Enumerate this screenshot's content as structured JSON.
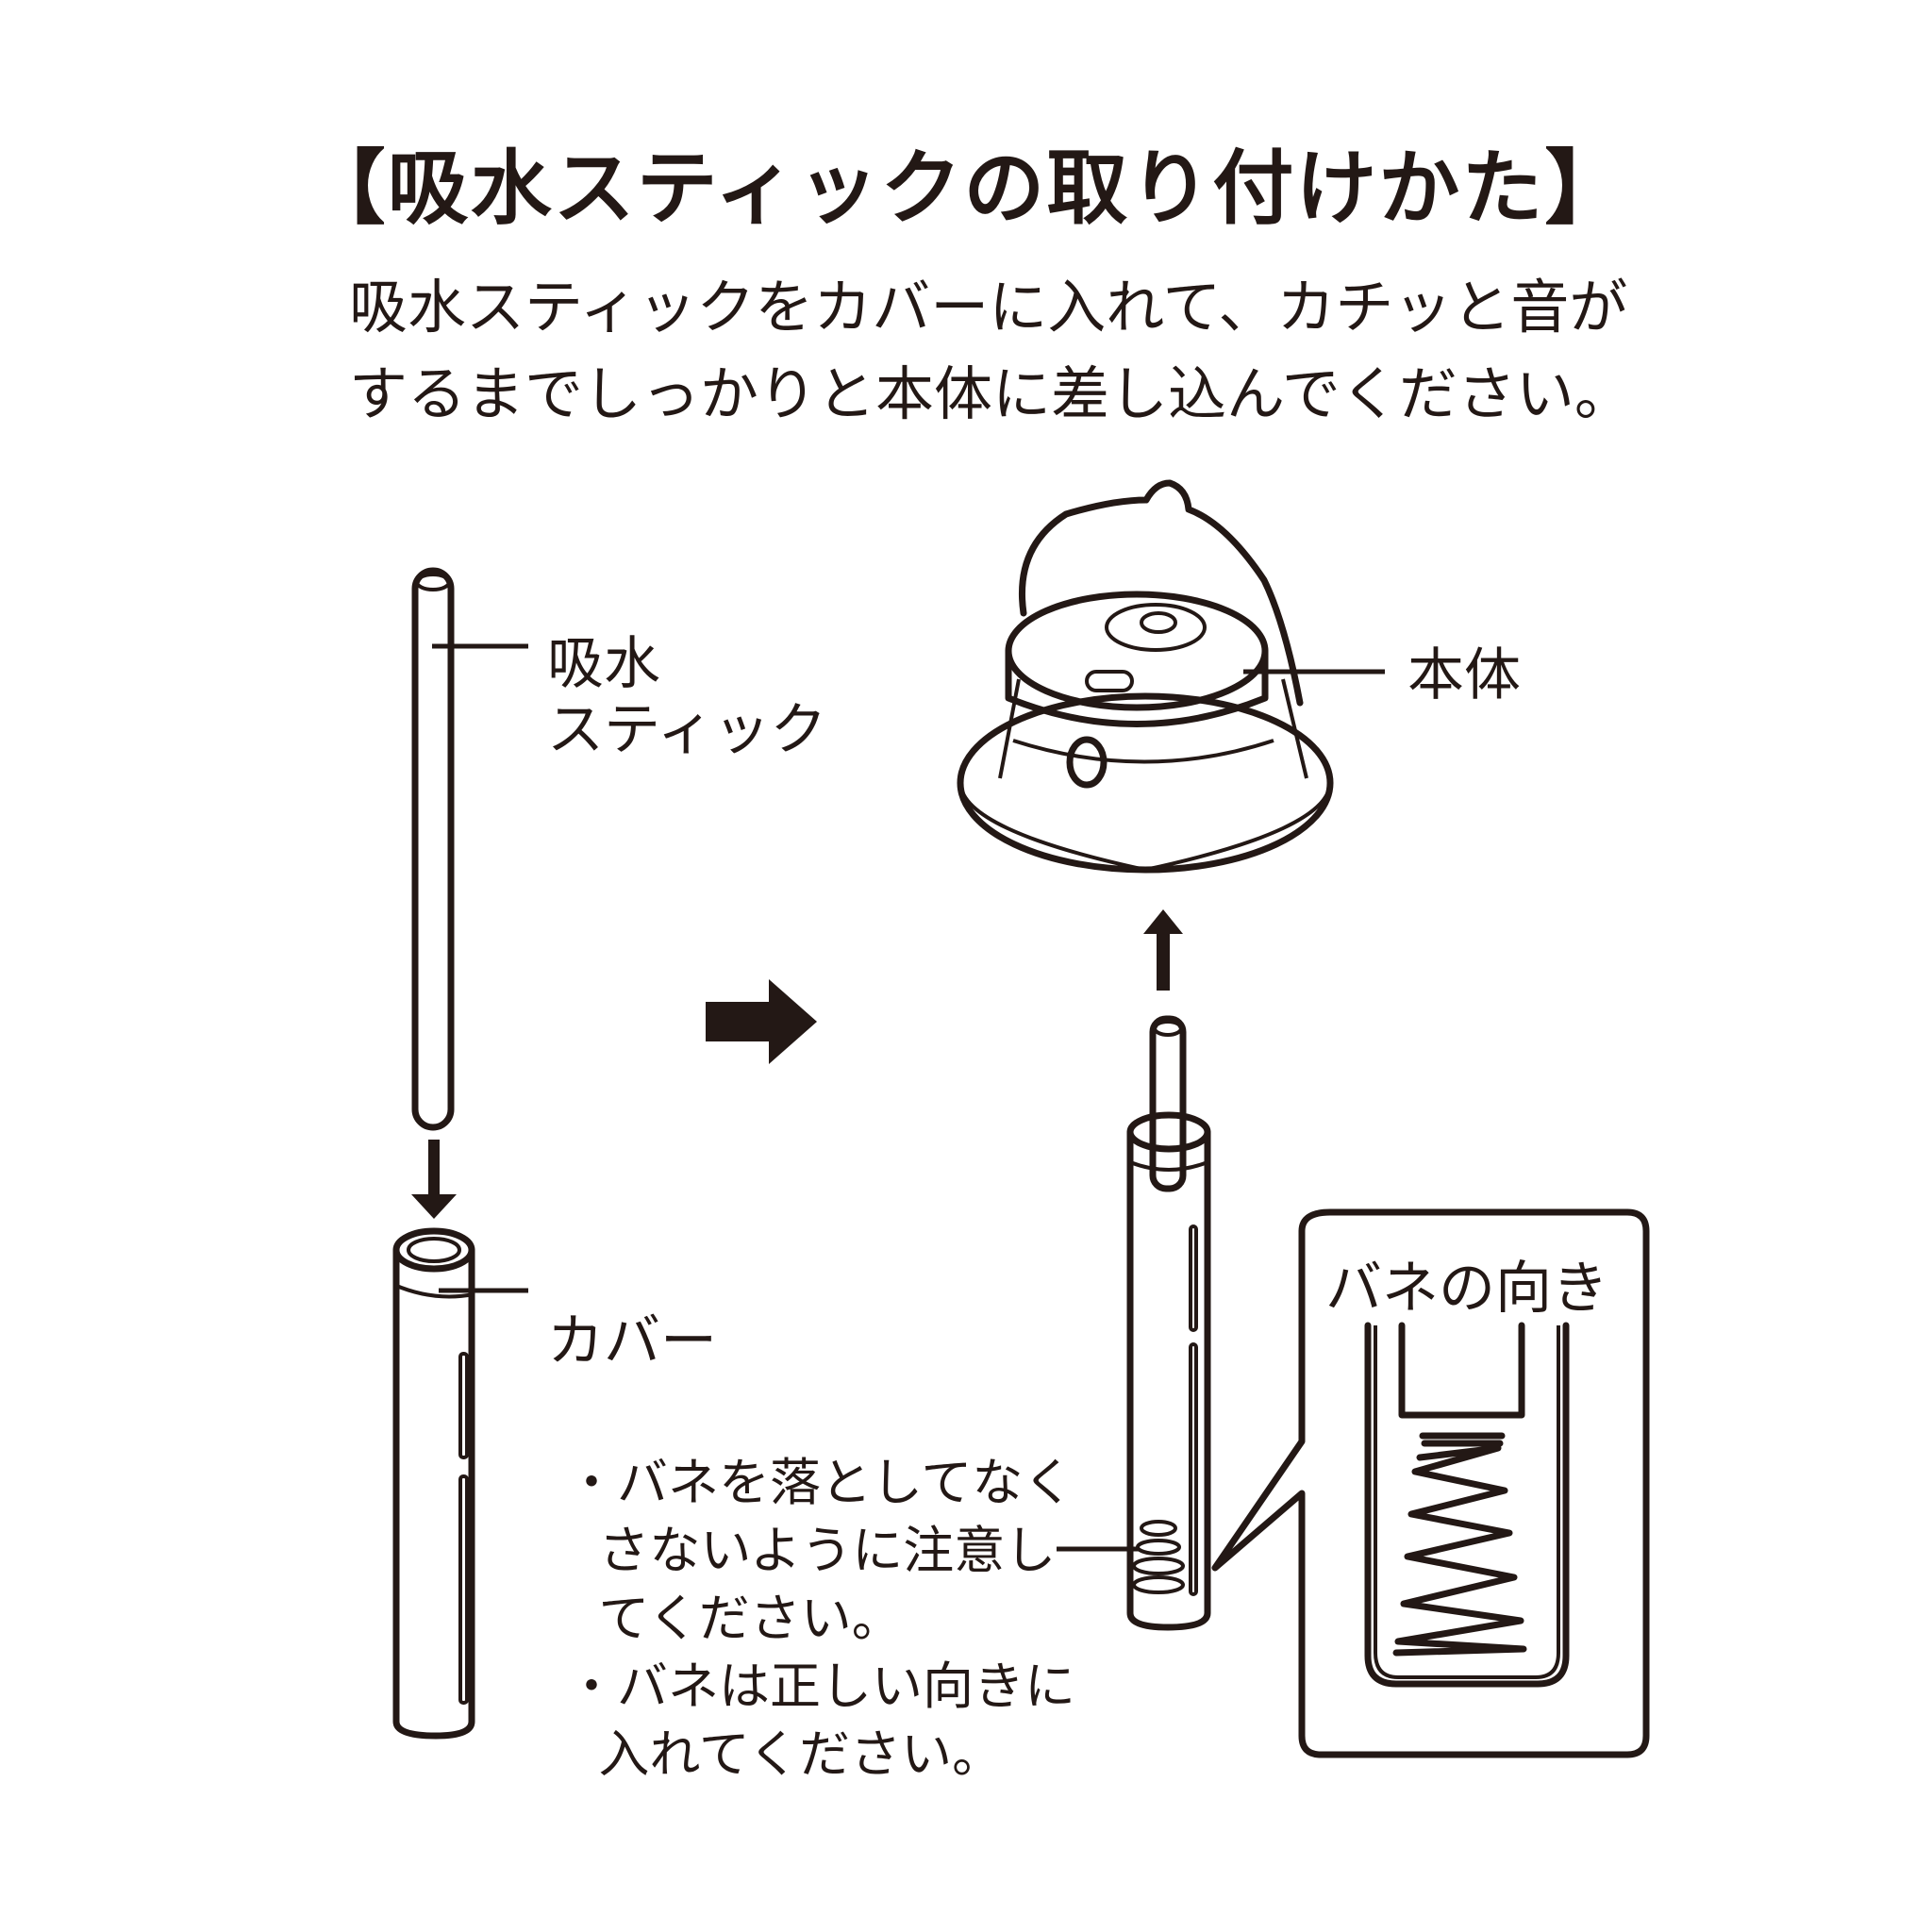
{
  "title": "【吸水スティックの取り付けかた】",
  "instructions": {
    "line1": "吸水スティックをカバーに入れて、カチッと音が",
    "line2": "するまでしっかりと本体に差し込んでください。"
  },
  "labels": {
    "stick_line1": "吸水",
    "stick_line2": "スティック",
    "cover": "カバー",
    "body": "本体",
    "spring_direction": "バネの向き"
  },
  "notes": {
    "note1_line1": "・バネを落としてなく",
    "note1_line2": "  さないように注意し",
    "note1_line3": "  てください。",
    "note2_line1": "・バネは正しい向きに",
    "note2_line2": "  入れてください。"
  },
  "colors": {
    "ink": "#231815",
    "background": "#ffffff"
  },
  "icons": {
    "down_arrow": "arrow-down-icon",
    "right_arrow": "arrow-right-icon",
    "up_arrow": "arrow-up-icon"
  }
}
